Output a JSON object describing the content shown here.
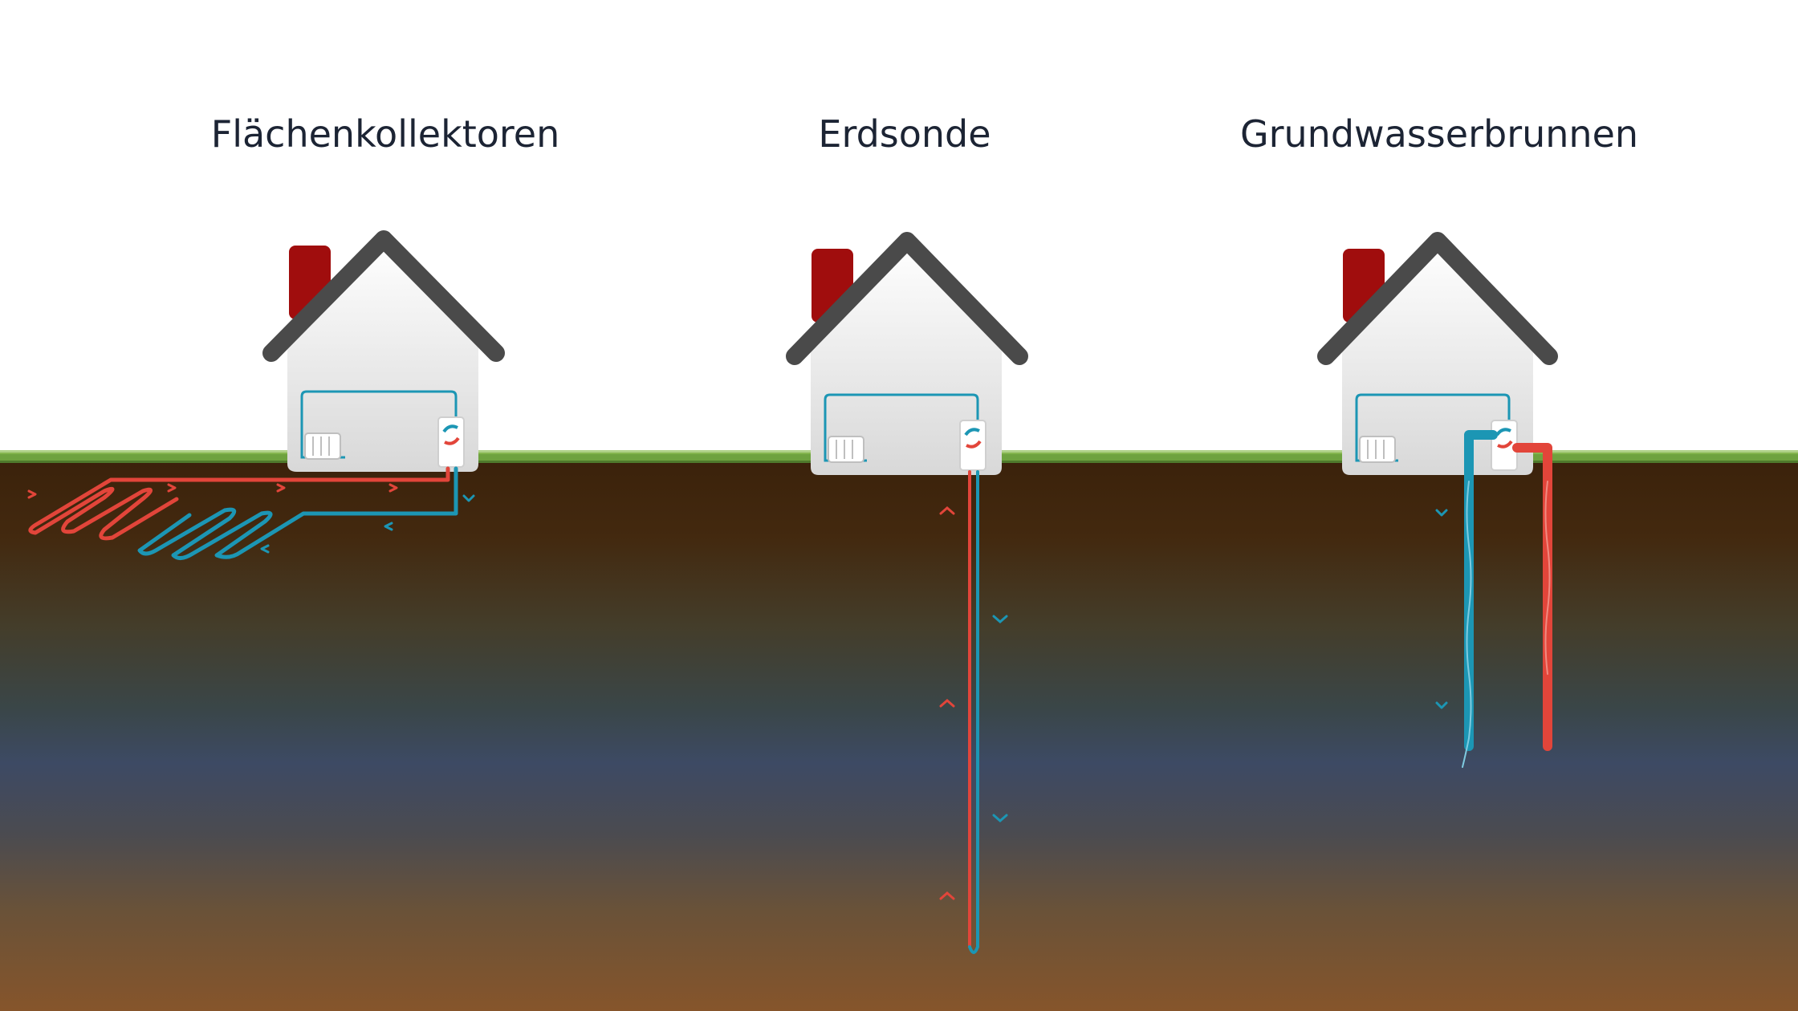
{
  "titles": [
    "Flächenkollektoren",
    "Erdsonde",
    "Grundwasserbrunnen"
  ],
  "colors": {
    "hot_pipe": "#e2453a",
    "cold_pipe": "#1c96b4",
    "roof": "#4a4a4a",
    "chimney": "#a00d0d",
    "grass": "#6ea23f",
    "soil_top": "#3c230c",
    "soil_mid": "#3d4a64",
    "soil_bottom": "#87552a"
  },
  "icons": [
    "house-icon",
    "radiator-icon",
    "heat-pump-icon",
    "chimney-icon"
  ]
}
